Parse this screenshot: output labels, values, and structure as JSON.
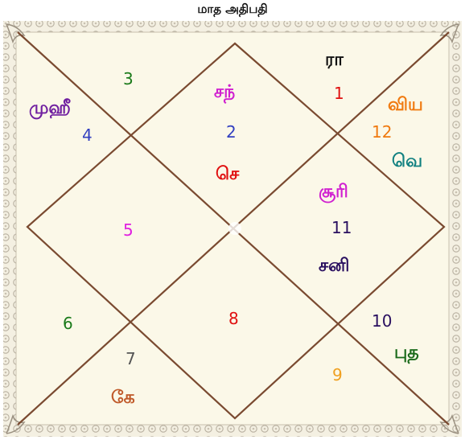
{
  "title": "மாத அதிபதி",
  "houses": [
    {
      "number": "3",
      "color": "#1a7a1a"
    },
    {
      "number": "1",
      "color": "#e01010"
    },
    {
      "number": "2",
      "color": "#3340c0"
    },
    {
      "number": "4",
      "color": "#3340c0"
    },
    {
      "number": "12",
      "color": "#f07a10"
    },
    {
      "number": "5",
      "color": "#e020e0"
    },
    {
      "number": "11",
      "color": "#2a1060"
    },
    {
      "number": "6",
      "color": "#1a7a1a"
    },
    {
      "number": "8",
      "color": "#e01010"
    },
    {
      "number": "10",
      "color": "#2a1060"
    },
    {
      "number": "7",
      "color": "#555555"
    },
    {
      "number": "9",
      "color": "#f0a020"
    }
  ],
  "planets": [
    {
      "name": "ரா",
      "color": "#111111"
    },
    {
      "name": "சந்",
      "color": "#d020d0"
    },
    {
      "name": "முஹீ",
      "color": "#7020a0"
    },
    {
      "name": "விய",
      "color": "#f07a10"
    },
    {
      "name": "செ",
      "color": "#e01010"
    },
    {
      "name": "வெ",
      "color": "#108080"
    },
    {
      "name": "சூரி",
      "color": "#d020d0"
    },
    {
      "name": "சனி",
      "color": "#2a1060"
    },
    {
      "name": "புத",
      "color": "#1a6a1a"
    },
    {
      "name": "கே",
      "color": "#c05a2a"
    }
  ],
  "colors": {
    "frame_bg": "#fbf8e8",
    "line": "#7a4a30",
    "border": "#b8b0a0"
  }
}
